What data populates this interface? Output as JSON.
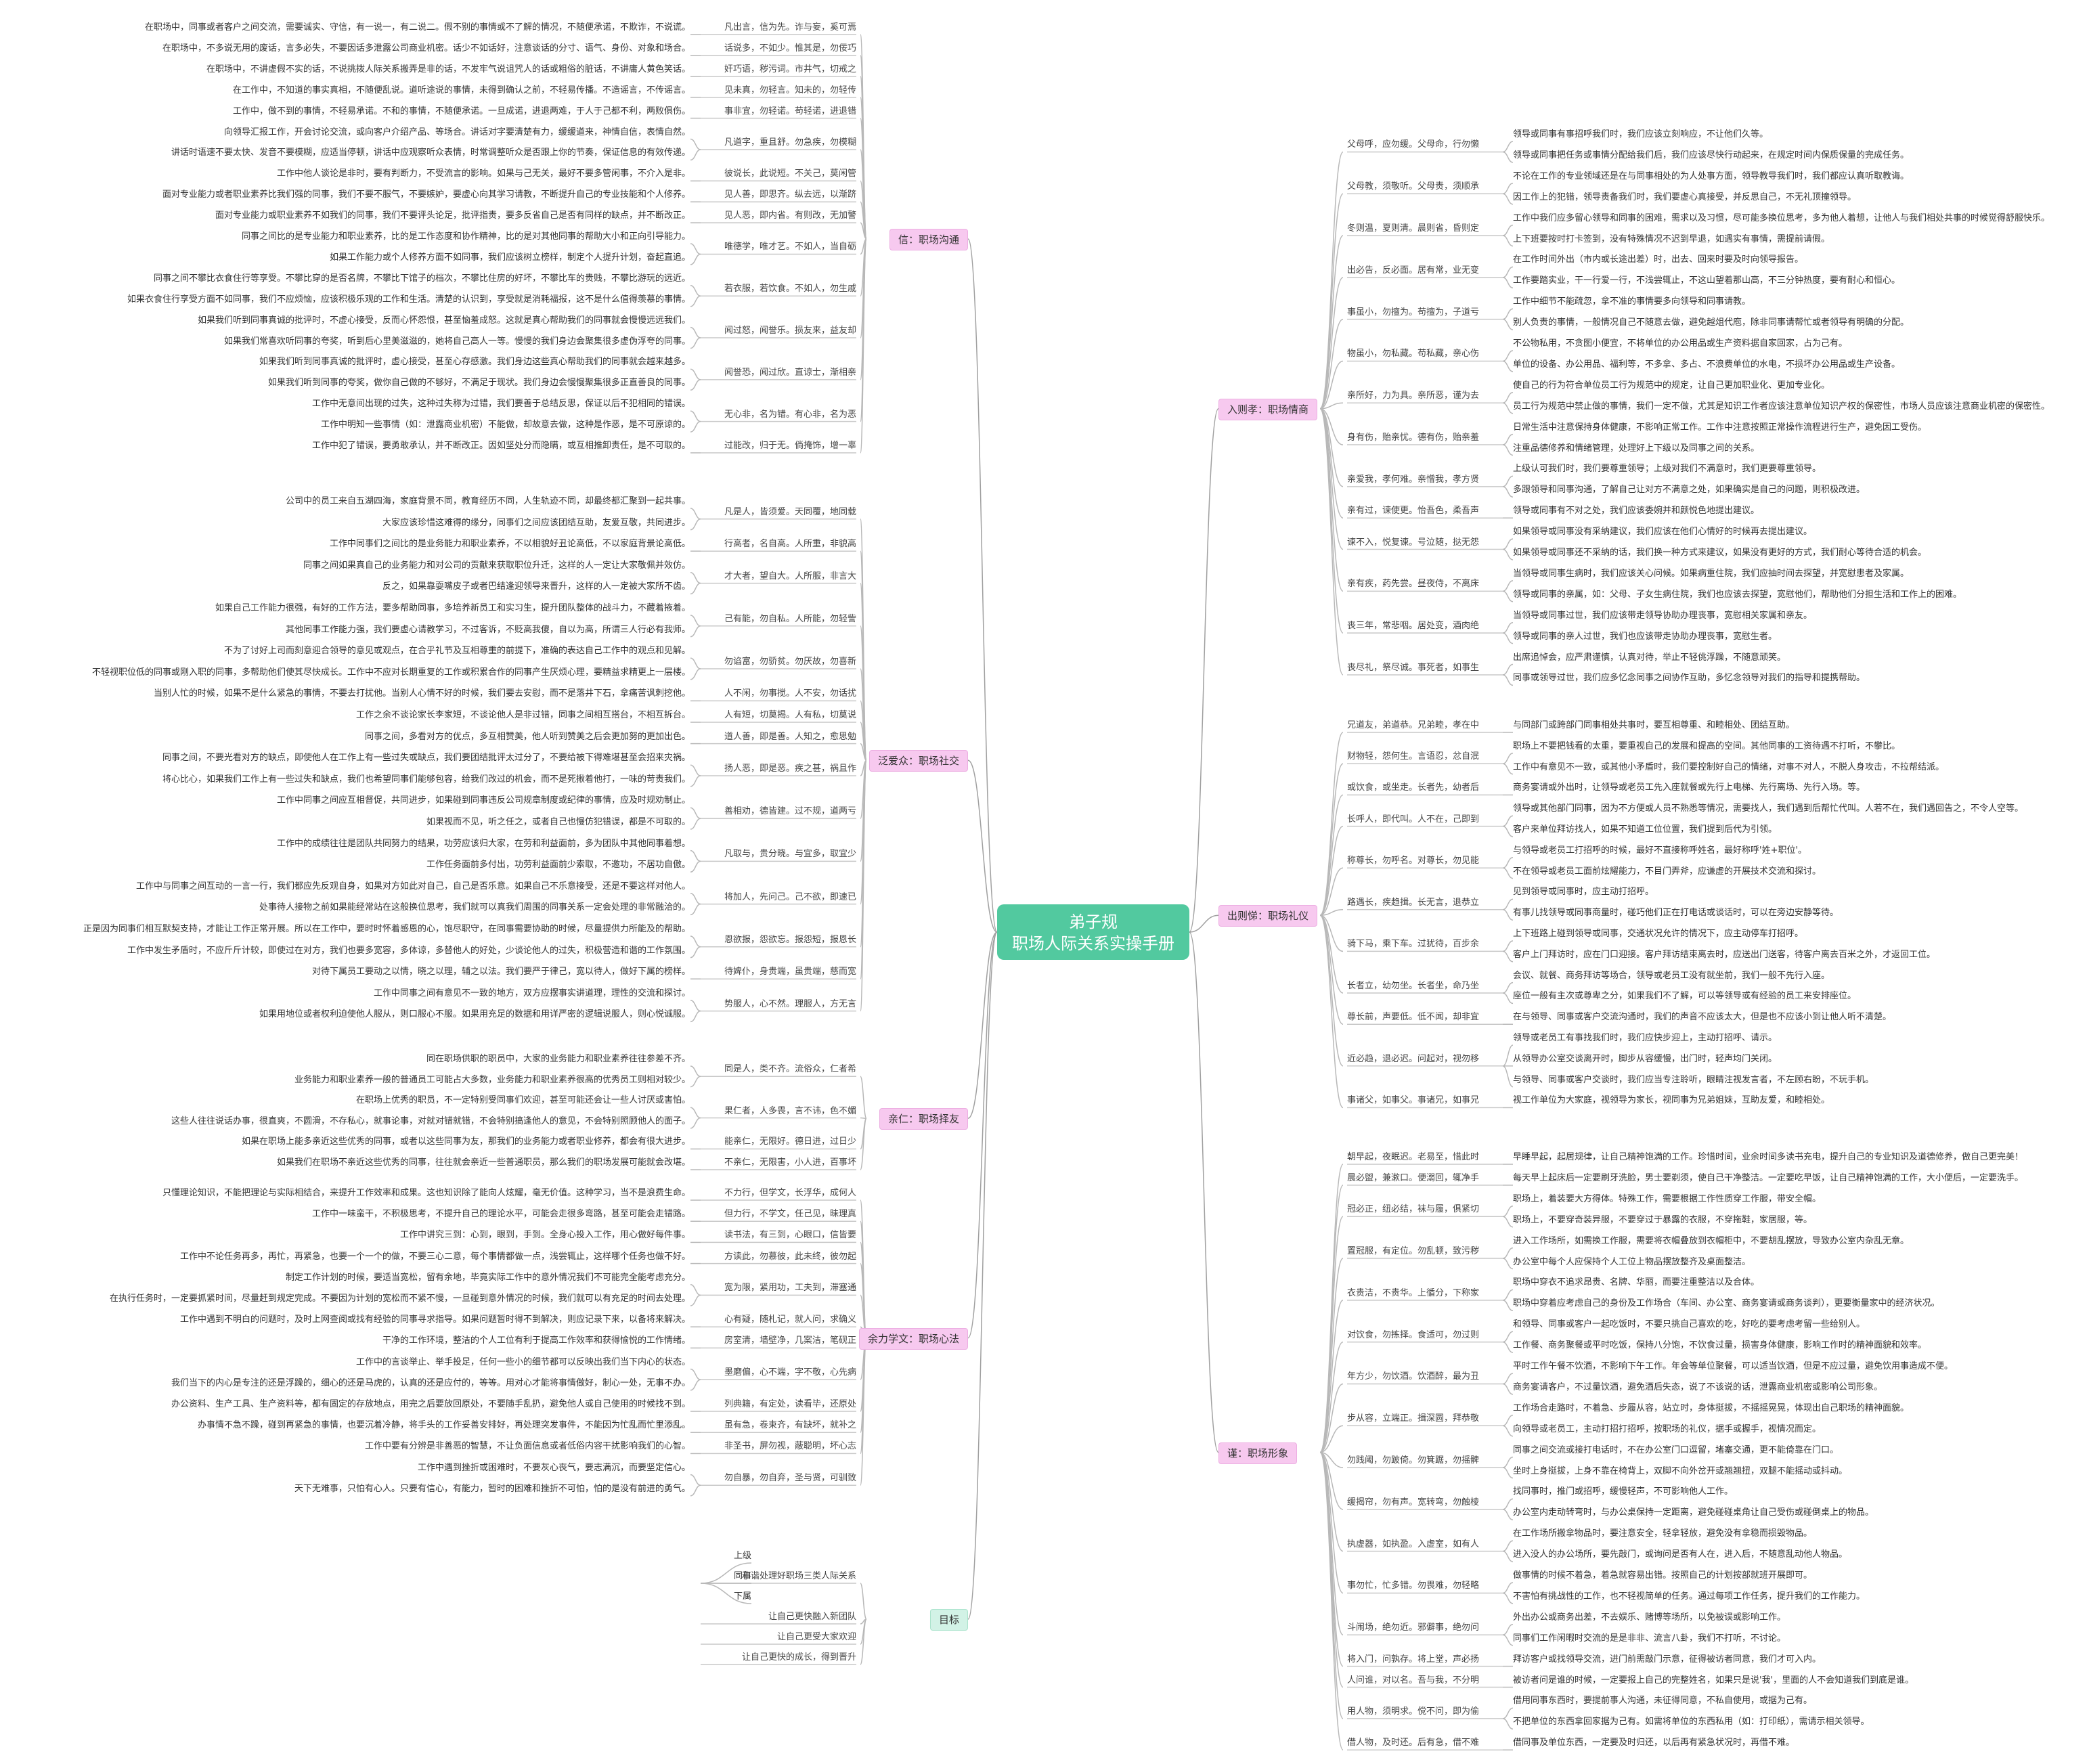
{
  "root": {
    "line1": "弟子规",
    "line2": "职场人际关系实操手册"
  },
  "branches": [
    {
      "label": "信：职场沟通",
      "side": "left",
      "groups": [
        {
          "kw": "凡出言，信为先。诈与妄，奚可焉",
          "texts": [
            "在职场中，同事或者客户之间交流，需要诚实、守信，有一说一，有二说二。假不别的事情或不了解的情况，不随便承诺，不欺诈，不说谎。"
          ]
        },
        {
          "kw": "话说多，不如少。惟其是，勿佞巧",
          "texts": [
            "在职场中，不多说无用的废话，言多必失，不要因话多泄露公司商业机密。话少不如话好，注意谈话的分寸、语气、身份、对象和场合。"
          ]
        },
        {
          "kw": "奸巧语，秽污词。市井气，切戒之",
          "texts": [
            "在职场中，不讲虚假不实的话，不说挑拨人际关系搬弄是非的话，不发牢气说诅咒人的话或粗俗的脏话，不讲庸人黄色笑话。"
          ]
        },
        {
          "kw": "见未真，勿轻言。知未的，勿轻传",
          "texts": [
            "在工作中，不知道的事实真相，不随便乱说。道听途说的事情，未得到确认之前，不轻易传播。不造谣言，不传谣言。"
          ]
        },
        {
          "kw": "事非宜，勿轻诺。苟轻诺，进退错",
          "texts": [
            "工作中，做不到的事情，不轻易承诺。不和的事情，不随便承诺。一旦成诺，进退两难，于人于己都不利，两败俱伤。"
          ]
        },
        {
          "kw": "凡道字，重且舒。勿急疾，勿模糊",
          "texts": [
            "向领导汇报工作，开会讨论交流，或向客户介绍产品、等场合。讲话对字要清楚有力，缓缓道来，神情自信，表情自然。",
            "讲话时语速不要太快、发音不要模糊，应适当停顿，讲话中应观察听众表情，时常调整听众是否跟上你的节奏，保证信息的有效传递。"
          ]
        },
        {
          "kw": "彼说长，此说短。不关己，莫闲管",
          "texts": [
            "工作中他人谈论是非时，要有判断力，不受流言的影响。如果与己无关，最好不要多管闲事，不介入是非。"
          ]
        },
        {
          "kw": "见人善，即思齐。纵去远，以渐跻",
          "texts": [
            "面对专业能力或者职业素养比我们强的同事，我们不要不服气，不要嫉妒，要虚心向其学习请教，不断提升自己的专业技能和个人修养。"
          ]
        },
        {
          "kw": "见人恶，即内省。有则改，无加警",
          "texts": [
            "面对专业能力或职业素养不如我们的同事，我们不要评头论足，批评指责，要多反省自己是否有同样的缺点，并不断改正。"
          ]
        },
        {
          "kw": "唯德学，唯才艺。不如人，当自砺",
          "texts": [
            "同事之间比的是专业能力和职业素养，比的是工作态度和协作精神，比的是对其他同事的帮助大小和正向引导能力。",
            "如果工作能力或个人修养方面不如同事，我们应该树立榜样，制定个人提升计划，奋起直追。"
          ]
        },
        {
          "kw": "若衣服，若饮食。不如人，勿生戚",
          "texts": [
            "同事之间不攀比衣食住行等享受。不攀比穿的是否名牌，不攀比下馆子的档次，不攀比住房的好坏，不攀比车的贵贱，不攀比游玩的远近。",
            "如果衣食住行享受方面不如同事，我们不应烦恼，应该积极乐观的工作和生活。清楚的认识到，享受就是消耗福报，这不是什么值得羡慕的事情。"
          ]
        },
        {
          "kw": "闻过怒，闻誉乐。损友来，益友却",
          "texts": [
            "如果我们听到同事真诚的批评时，不虚心接受，反而心怀怨恨，甚至恼羞成怒。这就是真心帮助我们的同事就会慢慢远远我们。",
            "如果我们常喜欢听同事的夸奖，听到后心里美滋滋的，她将自己高人一等。慢慢的我们身边会聚集很多虚伪浮夸的同事。"
          ]
        },
        {
          "kw": "闻誉恐，闻过欣。直谅士，渐相亲",
          "texts": [
            "如果我们听到同事真诚的批评时，虚心接受，甚至心存感激。我们身边这些真心帮助我们的同事就会越来越多。",
            "如果我们听到同事的夸奖，做你自己做的不够好，不满足于现状。我们身边会慢慢聚集很多正直善良的同事。"
          ]
        },
        {
          "kw": "无心非，名为错。有心非，名为恶",
          "texts": [
            "工作中无意间出现的过失，这种过失称为过错，我们要善于总结反思，保证以后不犯相同的错误。",
            "工作中明知一些事情（如：泄露商业机密）不能做，却故意去做，这种是作恶，是不可原谅的。"
          ]
        },
        {
          "kw": "过能改，归于无。倘掩饰，增一辜",
          "texts": [
            "工作中犯了错误，要勇敢承认，并不断改正。因如坚处分而隐瞒，或互相推卸责任，是不可取的。"
          ]
        }
      ]
    },
    {
      "label": "泛爱众：职场社交",
      "side": "left",
      "groups": [
        {
          "kw": "凡是人，皆须爱。天同覆，地同载",
          "texts": [
            "公司中的员工来自五湖四海，家庭背景不同，教育经历不同，人生轨迹不同，却最终都汇聚到一起共事。",
            "大家应该珍惜这难得的缘分，同事们之间应该团结互助，友爱互敬，共同进步。"
          ]
        },
        {
          "kw": "行高者，名自高。人所重，非貌高",
          "texts": [
            "工作中同事们之间比的是业务能力和职业素养，不以相貌好丑论高低，不以家庭背景论高低。"
          ]
        },
        {
          "kw": "才大者，望自大。人所服，非言大",
          "texts": [
            "同事之间如果真自己的业务能力和对公司的贡献来获取职位升迁，这样的人一定让大家敬佩并效仿。",
            "反之，如果靠耍嘴皮子或者巴结逢迎领导来晋升，这样的人一定被大家所不齿。"
          ]
        },
        {
          "kw": "己有能，勿自私。人所能，勿轻訾",
          "texts": [
            "如果自己工作能力很强，有好的工作方法，要多帮助同事，多培养新员工和实习生，提升团队整体的战斗力，不藏着掖着。",
            "其他同事工作能力强，我们要虚心请教学习，不过客诉，不贬高我傻，自以为高，所谓三人行必有我师。"
          ]
        },
        {
          "kw": "勿谄富，勿骄贫。勿厌故，勿喜新",
          "texts": [
            "不为了讨好上司而刻意迎合领导的意见或观点，在合乎礼节及互相尊重的前提下，准确的表达自己工作中的观点和见解。",
            "不轻视职位低的同事或刚入职的同事，多帮助他们使其尽快成长。工作中不应对长期重复的工作或积累合作的同事产生厌烦心理，要精益求精更上一层楼。"
          ]
        },
        {
          "kw": "人不闲，勿事搅。人不安，勿话扰",
          "texts": [
            "当别人忙的时候，如果不是什么紧急的事情，不要去打扰他。当别人心情不好的时候，我们要去安慰，而不是落井下石，拿痛苦讽刺挖他。"
          ]
        },
        {
          "kw": "人有短，切莫揭。人有私，切莫说",
          "texts": [
            "工作之余不谈论家长李家短，不谈论他人是非过错，同事之间相互搭台，不相互拆台。"
          ]
        },
        {
          "kw": "道人善，即是善。人知之，愈思勉",
          "texts": [
            "同事之间，多看对方的优点，多互相赞美，他人听到赞美之后会更加努的更加出色。"
          ]
        },
        {
          "kw": "扬人恶，即是恶。疾之甚，祸且作",
          "texts": [
            "同事之间，不要光看对方的缺点，即使他人在工作上有一些过失或缺点，我们要团结批评太过分了，不要给被下得难堪甚至会招来灾祸。",
            "将心比心，如果我们工作上有一些过失和缺点，我们也希望同事们能够包容，给我们改过的机会，而不是死揪着他打，一味的苛责我们。"
          ]
        },
        {
          "kw": "善相劝，德皆建。过不规，道两亏",
          "texts": [
            "工作中同事之间应互相督促，共同进步，如果碰到同事违反公司规章制度或纪律的事情，应及时规劝制止。",
            "如果视而不见，听之任之，或者自己也慢仿犯错误，都是不可取的。"
          ]
        },
        {
          "kw": "凡取与，贵分晓。与宜多，取宜少",
          "texts": [
            "工作中的成绩往往是团队共同努力的结果，功劳应该归大家，在劳和利益面前，多为团队中其他同事着想。",
            "工作任务面前多付出，功劳利益面前少索取，不邀功，不居功自傲。"
          ]
        },
        {
          "kw": "将加人，先问己。己不欲，即速已",
          "texts": [
            "工作中与同事之间互动的一言一行，我们都应先反观自身，如果对方如此对自己，自己是否乐意。如果自己不乐意接受，还是不要这样对他人。",
            "处事待人接物之前如果能经常站在这般换位思考，我们就可以真我们周围的同事关系一定会处理的非常融洽的。"
          ]
        },
        {
          "kw": "恩欲报，怨欲忘。报怨短，报恩长",
          "texts": [
            "正是因为同事们相互默契支持，才能让工作正常开展。所以在工作中，要时时怀着感恩的心，饱尽职守，在同事需要协助的时候，尽量提供力所能及的帮助。",
            "工作中发生矛盾时，不应斤斤计较，即使过在对方，我们也要多宽容，多体谅，多替他人的好处，少谈论他人的过失，积极营造和谐的工作氛围。"
          ]
        },
        {
          "kw": "待婢仆，身贵端，虽贵端，慈而宽",
          "texts": [
            "对待下属员工要动之以情，晓之以理，辅之以法。我们要严于律己，宽以待人，做好下属的榜样。"
          ]
        },
        {
          "kw": "势服人，心不然。理服人，方无言",
          "texts": [
            "工作中同事之间有意见不一致的地方，双方应摆事实讲道理，理性的交流和探讨。",
            "如果用地位或者权利迫使他人服从，则口服心不服。如果用充足的数据和用详严密的逻辑说服人，则心悦诚服。"
          ]
        }
      ]
    },
    {
      "label": "亲仁：职场择友",
      "side": "left",
      "groups": [
        {
          "kw": "同是人，类不齐。流俗众，仁者希",
          "texts": [
            "同在职场供职的职员中，大家的业务能力和职业素养往往参差不齐。",
            "业务能力和职业素养一般的普通员工可能占大多数，业务能力和职业素养很高的优秀员工则相对较少。"
          ]
        },
        {
          "kw": "果仁者，人多畏，言不讳，色不媚",
          "texts": [
            "在职场上优秀的职员，不一定特别受同事们欢迎，甚至可能还会让一些人讨厌或害怕。",
            "这些人往往说话办事，很直爽，不圆滑，不存私心，就事论事，对就对错就错，不会特别搞逢他人的意见，不会特别照顾他人的面子。"
          ]
        },
        {
          "kw": "能亲仁，无限好。德日进，过日少",
          "texts": [
            "如果在职场上能多亲近这些优秀的同事，或者以这些同事为友，那我们的业务能力或者职业修养，都会有很大进步。"
          ]
        },
        {
          "kw": "不亲仁，无限害，小人进，百事坏",
          "texts": [
            "如果我们在职场不亲近这些优秀的同事，往往就会亲近一些普通职员，那么我们的职场发展可能就会改堪。"
          ]
        }
      ]
    },
    {
      "label": "余力学文：职场心法",
      "side": "left",
      "groups": [
        {
          "kw": "不力行，但学文，长浮华，成何人",
          "texts": [
            "只懂理论知识，不能把理论与实际相结合，来提升工作效率和成果。这也知识除了能向人炫耀，毫无价值。这种学习，当不是浪费生命。"
          ]
        },
        {
          "kw": "但力行，不学文，任己见，昧理真",
          "texts": [
            "工作中一味蛮干，不积极思考，不提升自己的理论水平，可能会走很多弯路，甚至可能会走错路。"
          ]
        },
        {
          "kw": "读书法，有三到，心眼口，信皆要",
          "texts": [
            "工作中讲究三到：心到，眼到，手到。全身心投入工作，用心做好每件事。"
          ]
        },
        {
          "kw": "方读此，勿慕彼，此未终，彼勿起",
          "texts": [
            "工作中不论任务再多，再忙，再紧急，也要一个一个的做，不要三心二意，每个事情都做一点，浅尝辄止，这样哪个任务也做不好。"
          ]
        },
        {
          "kw": "宽为限，紧用功，工夫到，滞塞通",
          "texts": [
            "制定工作计划的时候，要适当宽松，留有余地，毕竟实际工作中的意外情况我们不可能完全能考虑充分。",
            "在执行任务时，一定要抓紧时间，尽量赶到规定完成。不要因为计划的宽松而不紧不慢，一旦碰到意外情况的时候，我们就可以有充足的时间去处理。"
          ]
        },
        {
          "kw": "心有疑，随札记，就人问，求确义",
          "texts": [
            "工作中遇到不明白的问题时，及时上网查阅或找有经验的同事寻求指导。如果问题暂时得不到解决，则应记录下来，以备将来解决。"
          ]
        },
        {
          "kw": "房室清，墙壁净，几案洁，笔砚正",
          "texts": [
            "干净的工作环境，整洁的个人工位有利于提高工作效率和获得愉悦的工作情绪。"
          ]
        },
        {
          "kw": "墨磨偏，心不端，字不敬，心先病",
          "texts": [
            "工作中的言谈举止、举手投足，任何一些小的细节都可以反映出我们当下内心的状态。",
            "我们当下的内心是专注的还是浮躁的，细心的还是马虎的，认真的还是应付的，等等。用对心才能将事情做好，制心一处，无事不办。"
          ]
        },
        {
          "kw": "列典籍，有定处，读看毕，还原处",
          "texts": [
            "办公资料、生产工具、生产资料等，都有固定的存放地点，用完之后要放回原处，不要随手乱扔，避免他人或自己使用的时候找不到。"
          ]
        },
        {
          "kw": "虽有急，卷束齐，有缺坏，就补之",
          "texts": [
            "办事情不急不躁，碰到再紧急的事情，也要沉着冷静，将手头的工作妥善安排好，再处理突发事件，不能因为忙乱而忙里添乱。"
          ]
        },
        {
          "kw": "非圣书，屏勿视，蔽聪明，坏心志",
          "texts": [
            "工作中要有分辨是非善恶的智慧，不让负面信息或者低俗内容干扰影响我们的心智。"
          ]
        },
        {
          "kw": "勿自暴，勿自弃，圣与贤，可驯致",
          "texts": [
            "工作中遇到挫折或困难时，不要灰心丧气，要志满沉，而要坚定信心。",
            "天下无难事，只怕有心人。只要有信心，有能力，暂时的困难和挫折不可怕，怕的是没有前进的勇气。"
          ]
        }
      ]
    },
    {
      "label": "目标",
      "side": "left",
      "style": "green",
      "groups": [
        {
          "kw": "和谐处理好职场三类人际关系",
          "texts": [
            "上级",
            "同事",
            "下属"
          ]
        },
        {
          "kw": "让自己更快融入新团队",
          "texts": []
        },
        {
          "kw": "让自己更受大家欢迎",
          "texts": []
        },
        {
          "kw": "让自己更快的成长，得到晋升",
          "texts": []
        }
      ]
    },
    {
      "label": "入则孝：职场情商",
      "side": "right",
      "groups": [
        {
          "kw": "父母呼，应勿缓。父母命，行勿懒",
          "texts": [
            "领导或同事有事招呼我们时，我们应该立刻响应，不让他们久等。",
            "领导或同事把任务或事情分配给我们后，我们应该尽快行动起来，在规定时间内保质保量的完成任务。"
          ]
        },
        {
          "kw": "父母教，须敬听。父母责，须顺承",
          "texts": [
            "不论在工作的专业领域还是在与同事相处的为人处事方面，领导教导我们时，我们都应认真听取教诲。",
            "因工作上的犯错，领导责备我们时，我们要虚心真接受，并反思自己，不无礼顶撞领导。"
          ]
        },
        {
          "kw": "冬则温，夏则清。晨则省，昏则定",
          "texts": [
            "工作中我们应多留心领导和同事的困难，需求以及习惯，尽可能多换位思考，多为他人着想，让他人与我们相处共事的时候觉得舒服快乐。",
            "上下班要按时打卡签到，没有特殊情况不迟到早退，如遇实有事情，需提前请假。"
          ]
        },
        {
          "kw": "出必告，反必面。居有常，业无变",
          "texts": [
            "在工作时间外出（市内或长途出差）时，出去、回来时要及时向领导报告。",
            "工作要踏实业，干一行爱一行，不浅尝辄止，不这山望着那山高，不三分钟热度，要有耐心和恒心。"
          ]
        },
        {
          "kw": "事虽小，勿擅为。苟擅为，子道亏",
          "texts": [
            "工作中细节不能疏忽，拿不准的事情要多向领导和同事请教。",
            "别人负责的事情，一般情况自己不随意去做，避免越俎代庖，除非同事请帮忙或者领导有明确的分配。"
          ]
        },
        {
          "kw": "物虽小，勿私藏。苟私藏，亲心伤",
          "texts": [
            "不公物私用，不贪图小便宜，不将单位的办公用品或生产资料据自家回家，占为己有。",
            "单位的设备、办公用品、福利等，不多拿、多占、不浪费单位的水电，不损坏办公用品或生产设备。"
          ]
        },
        {
          "kw": "亲所好，力为具。亲所恶，谨为去",
          "texts": [
            "使自己的行为符合单位员工行为规范中的规定，让自己更加职业化、更加专业化。",
            "员工行为规范中禁止做的事情，我们一定不做，尤其是知识工作者应该注意单位知识产权的保密性，市场人员应该注意商业机密的保密性。"
          ]
        },
        {
          "kw": "身有伤，贻亲忧。德有伤，贻亲羞",
          "texts": [
            "日常生活中注意保持身体健康，不影响正常工作。工作中注意按照正常操作流程进行生产，避免因工受伤。",
            "注重品德修养和情绪管理，处理好上下级以及同事之间的关系。"
          ]
        },
        {
          "kw": "亲爱我，孝何难。亲憎我，孝方贤",
          "texts": [
            "上级认可我们时，我们要尊重领导；上级对我们不满意时，我们更要尊重领导。",
            "多跟领导和同事沟通，了解自己让对方不满意之处，如果确实是自己的问题，则积极改进。"
          ]
        },
        {
          "kw": "亲有过，谏使更。怡吾色，柔吾声",
          "texts": [
            "领导或同事有不对之处，我们应该委婉并和颜悦色地提出建议。"
          ]
        },
        {
          "kw": "谏不入，悦复谏。号泣随，挞无怨",
          "texts": [
            "如果领导或同事没有采纳建议，我们应该在他们心情好的时候再去提出建议。",
            "如果领导或同事还不采纳的话，我们换一种方式来建议，如果没有更好的方式，我们耐心等待合适的机会。"
          ]
        },
        {
          "kw": "亲有疾，药先尝。昼夜侍，不离床",
          "texts": [
            "当领导或同事生病时，我们应该关心问候。如果病重住院，我们应抽时间去探望，并宽慰患者及家属。",
            "领导或同事的亲属，如：父母、子女生病住院，我们也应该去探望，宽慰他们，帮助他们分担生活和工作上的困难。"
          ]
        },
        {
          "kw": "丧三年，常悲咽。居处变，酒肉绝",
          "texts": [
            "当领导或同事过世，我们应该带走领导协助办理丧事，宽慰相关家属和亲友。",
            "领导或同事的亲人过世，我们也应该带走协助办理丧事，宽慰生者。"
          ]
        },
        {
          "kw": "丧尽礼，祭尽诚。事死者，如事生",
          "texts": [
            "出席追悼会，应严肃谨慎，认真对待，举止不轻佻浮躁，不随意顽笑。",
            "同事或领导过世，我们应多忆念同事之间协作互助，多忆念领导对我们的指导和提携帮助。"
          ]
        }
      ]
    },
    {
      "label": "出则悌：职场礼仪",
      "side": "right",
      "groups": [
        {
          "kw": "兄道友，弟道恭。兄弟睦，孝在中",
          "texts": [
            "与同部门或跨部门同事相处共事时，要互相尊重、和睦相处、团结互助。"
          ]
        },
        {
          "kw": "财物轻，怨何生。言语忍，忿自泯",
          "texts": [
            "职场上不要把钱看的太重，要重视自己的发展和提高的空间。其他同事的工资待遇不打听，不攀比。",
            "工作中有意见不一致，或其他小矛盾时，我们要控制好自己的情绪，对事不对人，不脱人身攻击，不拉帮结派。"
          ]
        },
        {
          "kw": "或饮食，或坐走。长者先，幼者后",
          "texts": [
            "商务宴请或外出时，让领导或老员工先入座就餐或先行上电梯、先行离场、先行入场。等。"
          ]
        },
        {
          "kw": "长呼人，即代叫。人不在，己即到",
          "texts": [
            "领导或其他部门同事，因为不方便或人员不熟悉等情况，需要找人，我们遇到后帮忙代叫。人若不在，我们遇回告之，不令人空等。",
            "客户来单位拜访找人，如果不知道工位位置，我们提到后代为引领。"
          ]
        },
        {
          "kw": "称尊长，勿呼名。对尊长，勿见能",
          "texts": [
            "与领导或老员工打招呼的时候，最好不直接称呼姓名，最好称呼'姓+职位'。",
            "不在领导或老员工面前炫耀能力，不目门弄斧，应谦虚的开展技术交流和探讨。"
          ]
        },
        {
          "kw": "路遇长，疾趋揖。长无言，退恭立",
          "texts": [
            "见到领导或同事时，应主动打招呼。",
            "有事儿找领导或同事商量时，碰巧他们正在打电话或谈话时，可以在旁边安静等待。"
          ]
        },
        {
          "kw": "骑下马，乘下车。过犹待，百步余",
          "texts": [
            "上下班路上碰到领导或同事，交通状况允许的情况下，应主动停车打招呼。",
            "客户上门拜访时，应在门口迎接。客户拜访结束离去时，应送出门送客，待客户离去百米之外，才返回工位。"
          ]
        },
        {
          "kw": "长者立，幼勿坐。长者坐，命乃坐",
          "texts": [
            "会议、就餐、商务拜访等场合，领导或老员工没有就坐前，我们一般不先行入座。",
            "座位一般有主次或尊卑之分，如果我们不了解，可以等领导或有经验的员工来安排座位。"
          ]
        },
        {
          "kw": "尊长前，声要低。低不闻，却非宜",
          "texts": [
            "在与领导、同事或客户交流沟通时，我们的声音不应该太大，但是也不应该小到让他人听不清楚。"
          ]
        },
        {
          "kw": "近必趋，退必迟。问起对，视勿移",
          "texts": [
            "领导或老员工有事找我们时，我们应快步迎上，主动打招呼、请示。",
            "从领导办公室交谈离开时，脚步从容缓慢，出门时，轻声均门关闭。",
            "与领导、同事或客户交谈时，我们应当专注聆听，眼睛注视发言者，不左顾右盼，不玩手机。"
          ]
        },
        {
          "kw": "事诸父，如事父。事诸兄，如事兄",
          "texts": [
            "视工作单位为大家庭，视领导为家长，视同事为兄弟姐妹，互助友爱，和睦相处。"
          ]
        }
      ]
    },
    {
      "label": "谨：职场形象",
      "side": "right",
      "groups": [
        {
          "kw": "朝早起，夜眠迟。老易至，惜此时",
          "texts": [
            "早睡早起，起居规律，让自己精神饱满的工作。珍惜时间，业余时间多读书充电，提升自己的专业知识及道德修养，做自己更完美！"
          ]
        },
        {
          "kw": "晨必盥，兼漱口。便溺回，辄净手",
          "texts": [
            "每天早上起床后一定要刷牙洗脸，男士要剃须，使自己干净整洁。一定要吃早饭，让自己精神饱满的工作，大小便后，一定要洗手。"
          ]
        },
        {
          "kw": "冠必正，纽必结，袜与履，俱紧切",
          "texts": [
            "职场上，着装要大方得体。特殊工作，需要根据工作性质穿工作服，带安全帽。",
            "职场上，不要穿奇装异服，不要穿过于暴露的衣服，不穿拖鞋，家居服，等。"
          ]
        },
        {
          "kw": "置冠服，有定位。勿乱顿，致污秽",
          "texts": [
            "进入工作场所，如需换工作服，需要将衣帽叠放到衣帽柜中，不要胡乱摆放，导致办公室内杂乱无章。",
            "办公室中每个人应保持个人工位上物品摆放整齐及桌面整洁。"
          ]
        },
        {
          "kw": "衣贵洁，不贵华。上循分，下称家",
          "texts": [
            "职场中穿衣不追求昂贵、名牌、华丽，而要注重整洁以及合体。",
            "职场中穿着应考虑自己的身份及工作场合（车间、办公室、商务宴请或商务谈判），更要衡量家中的经济状况。"
          ]
        },
        {
          "kw": "对饮食，勿拣择。食适可，勿过则",
          "texts": [
            "和领导、同事或客户一起吃饭时，不要只挑自己喜欢的吃，好吃的要考虑考留一些给别人。",
            "工作餐、商务聚餐或平时吃饭，保持八分饱，不饮食过量，损害身体健康，影响工作时的精神面貌和效率。"
          ]
        },
        {
          "kw": "年方少，勿饮酒。饮酒醉，最为丑",
          "texts": [
            "平时工作午餐不饮酒，不影响下午工作。年会等单位聚餐，可以适当饮酒，但是不应过量，避免饮用事造成不便。",
            "商务宴请客户，不过量饮酒，避免酒后失态，说了不该说的话，泄露商业机密或影响公司形象。"
          ]
        },
        {
          "kw": "步从容，立端正。揖深圆，拜恭敬",
          "texts": [
            "工作场合走路时，不着急、步履从容，站立时，身体挺拔，不摇摇晃晃，体现出自己职场的精神面貌。",
            "向领导或老员工，主动打招打招呼，按职场的礼仪，据手或握手，视情况而定。"
          ]
        },
        {
          "kw": "勿践阈，勿跛倚。勿箕踞，勿摇髀",
          "texts": [
            "同事之间交流或接打电话时，不在办公室门口逗留，堵塞交通，更不能倚靠在门口。",
            "坐时上身挺拔，上身不靠在椅背上，双脚不向外岔开或翘翘扭，双腿不能摇动或抖动。"
          ]
        },
        {
          "kw": "缓揭帘，勿有声。宽转弯，勿触棱",
          "texts": [
            "找同事时，推门或招呼，缓慢轻声，不可影响他人工作。",
            "办公室内走动转弯时，与办公桌保持一定距离，避免碰碰桌角让自己受伤或碰倒桌上的物品。"
          ]
        },
        {
          "kw": "执虚器，如执盈。入虚室，如有人",
          "texts": [
            "在工作场所搬拿物品时，要注意安全，轻拿轻放，避免没有拿稳而损毁物品。",
            "进入没人的办公场所，要先敲门，或询问是否有人在，进入后，不随意乱动他人物品。"
          ]
        },
        {
          "kw": "事勿忙，忙多错。勿畏难，勿轻略",
          "texts": [
            "做事情的时候不着急，着急就容易出错。按照自己的计划按部就班开展即可。",
            "不害怕有挑战性的工作，也不轻视简单的任务。通过每项工作任务，提升我们的工作能力。"
          ]
        },
        {
          "kw": "斗闹场，绝勿近。邪僻事，绝勿问",
          "texts": [
            "外出办公或商务出差，不去娱乐、赌博等场所，以免被误或影响工作。",
            "同事们工作闲暇时交流的是是非非、流言八卦，我们不打听，不讨论。"
          ]
        },
        {
          "kw": "将入门，问孰存。将上堂，声必扬",
          "texts": [
            "拜访客户或找领导交流，进门前需敲门示意，征得被访者同意，我们才可入内。"
          ]
        },
        {
          "kw": "人问谁，对以名。吾与我，不分明",
          "texts": [
            "被访者问是谁的时候，一定要报上自己的完整姓名，如果只是说'我'，里面的人不会知道我们到底是谁。"
          ]
        },
        {
          "kw": "用人物，须明求。傥不问，即为偷",
          "texts": [
            "借用同事东西时，要提前事人沟通，未征得同意，不私自使用，或据为己有。",
            "不把单位的东西拿回家据为己有。如需将单位的东西私用（如：打印纸），需请示相关领导。"
          ]
        },
        {
          "kw": "借人物，及时还。后有急，借不难",
          "texts": [
            "借同事及单位东西，一定要及时归还，以后再有紧急状况时，再借不难。"
          ]
        }
      ]
    }
  ]
}
